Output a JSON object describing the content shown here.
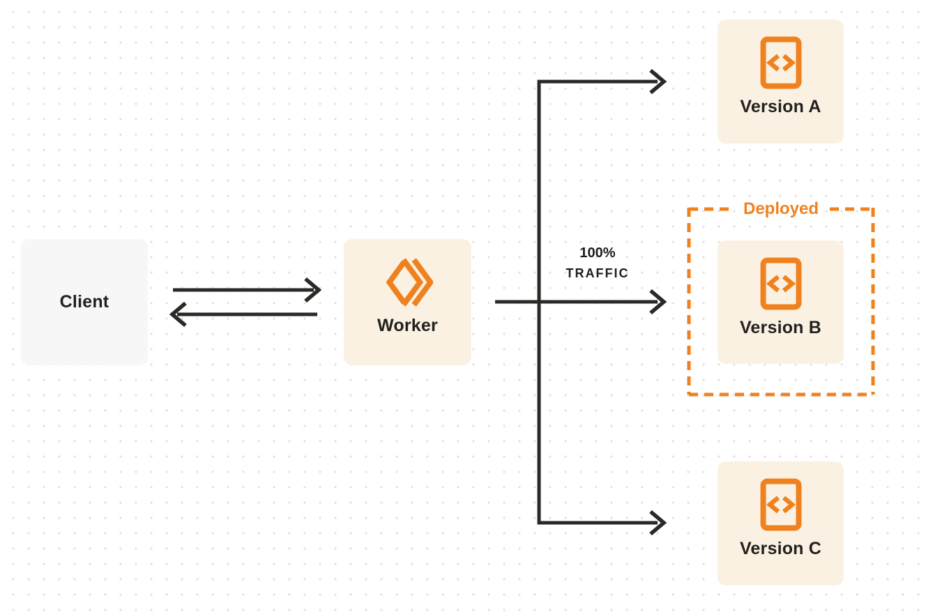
{
  "diagram": {
    "title_context": "Worker traffic routing between deployed versions",
    "nodes": {
      "client": {
        "label": "Client"
      },
      "worker": {
        "label": "Worker"
      },
      "version_a": {
        "label": "Version A"
      },
      "version_b": {
        "label": "Version B"
      },
      "version_c": {
        "label": "Version C"
      }
    },
    "deployed_group": {
      "label": "Deployed"
    },
    "traffic_annotation": {
      "line1": "100%",
      "line2": "TRAFFIC"
    },
    "icons": {
      "worker_icon": "workers-logo-icon",
      "version_icon": "code-file-icon"
    },
    "edges": [
      {
        "from": "client",
        "to": "worker",
        "direction": "bidirectional"
      },
      {
        "from": "worker",
        "to": "version_a"
      },
      {
        "from": "worker",
        "to": "version_b",
        "label": "100% TRAFFIC"
      },
      {
        "from": "worker",
        "to": "version_c"
      }
    ],
    "colors": {
      "accent_orange": "#f0811f",
      "node_cream_bg": "#fbf1e2",
      "client_gray_bg": "#f7f7f8",
      "arrow_dark": "#2b2926",
      "text_dark": "#22211e",
      "dot_grid": "#e1e1e1",
      "canvas_bg": "#ffffff"
    }
  }
}
